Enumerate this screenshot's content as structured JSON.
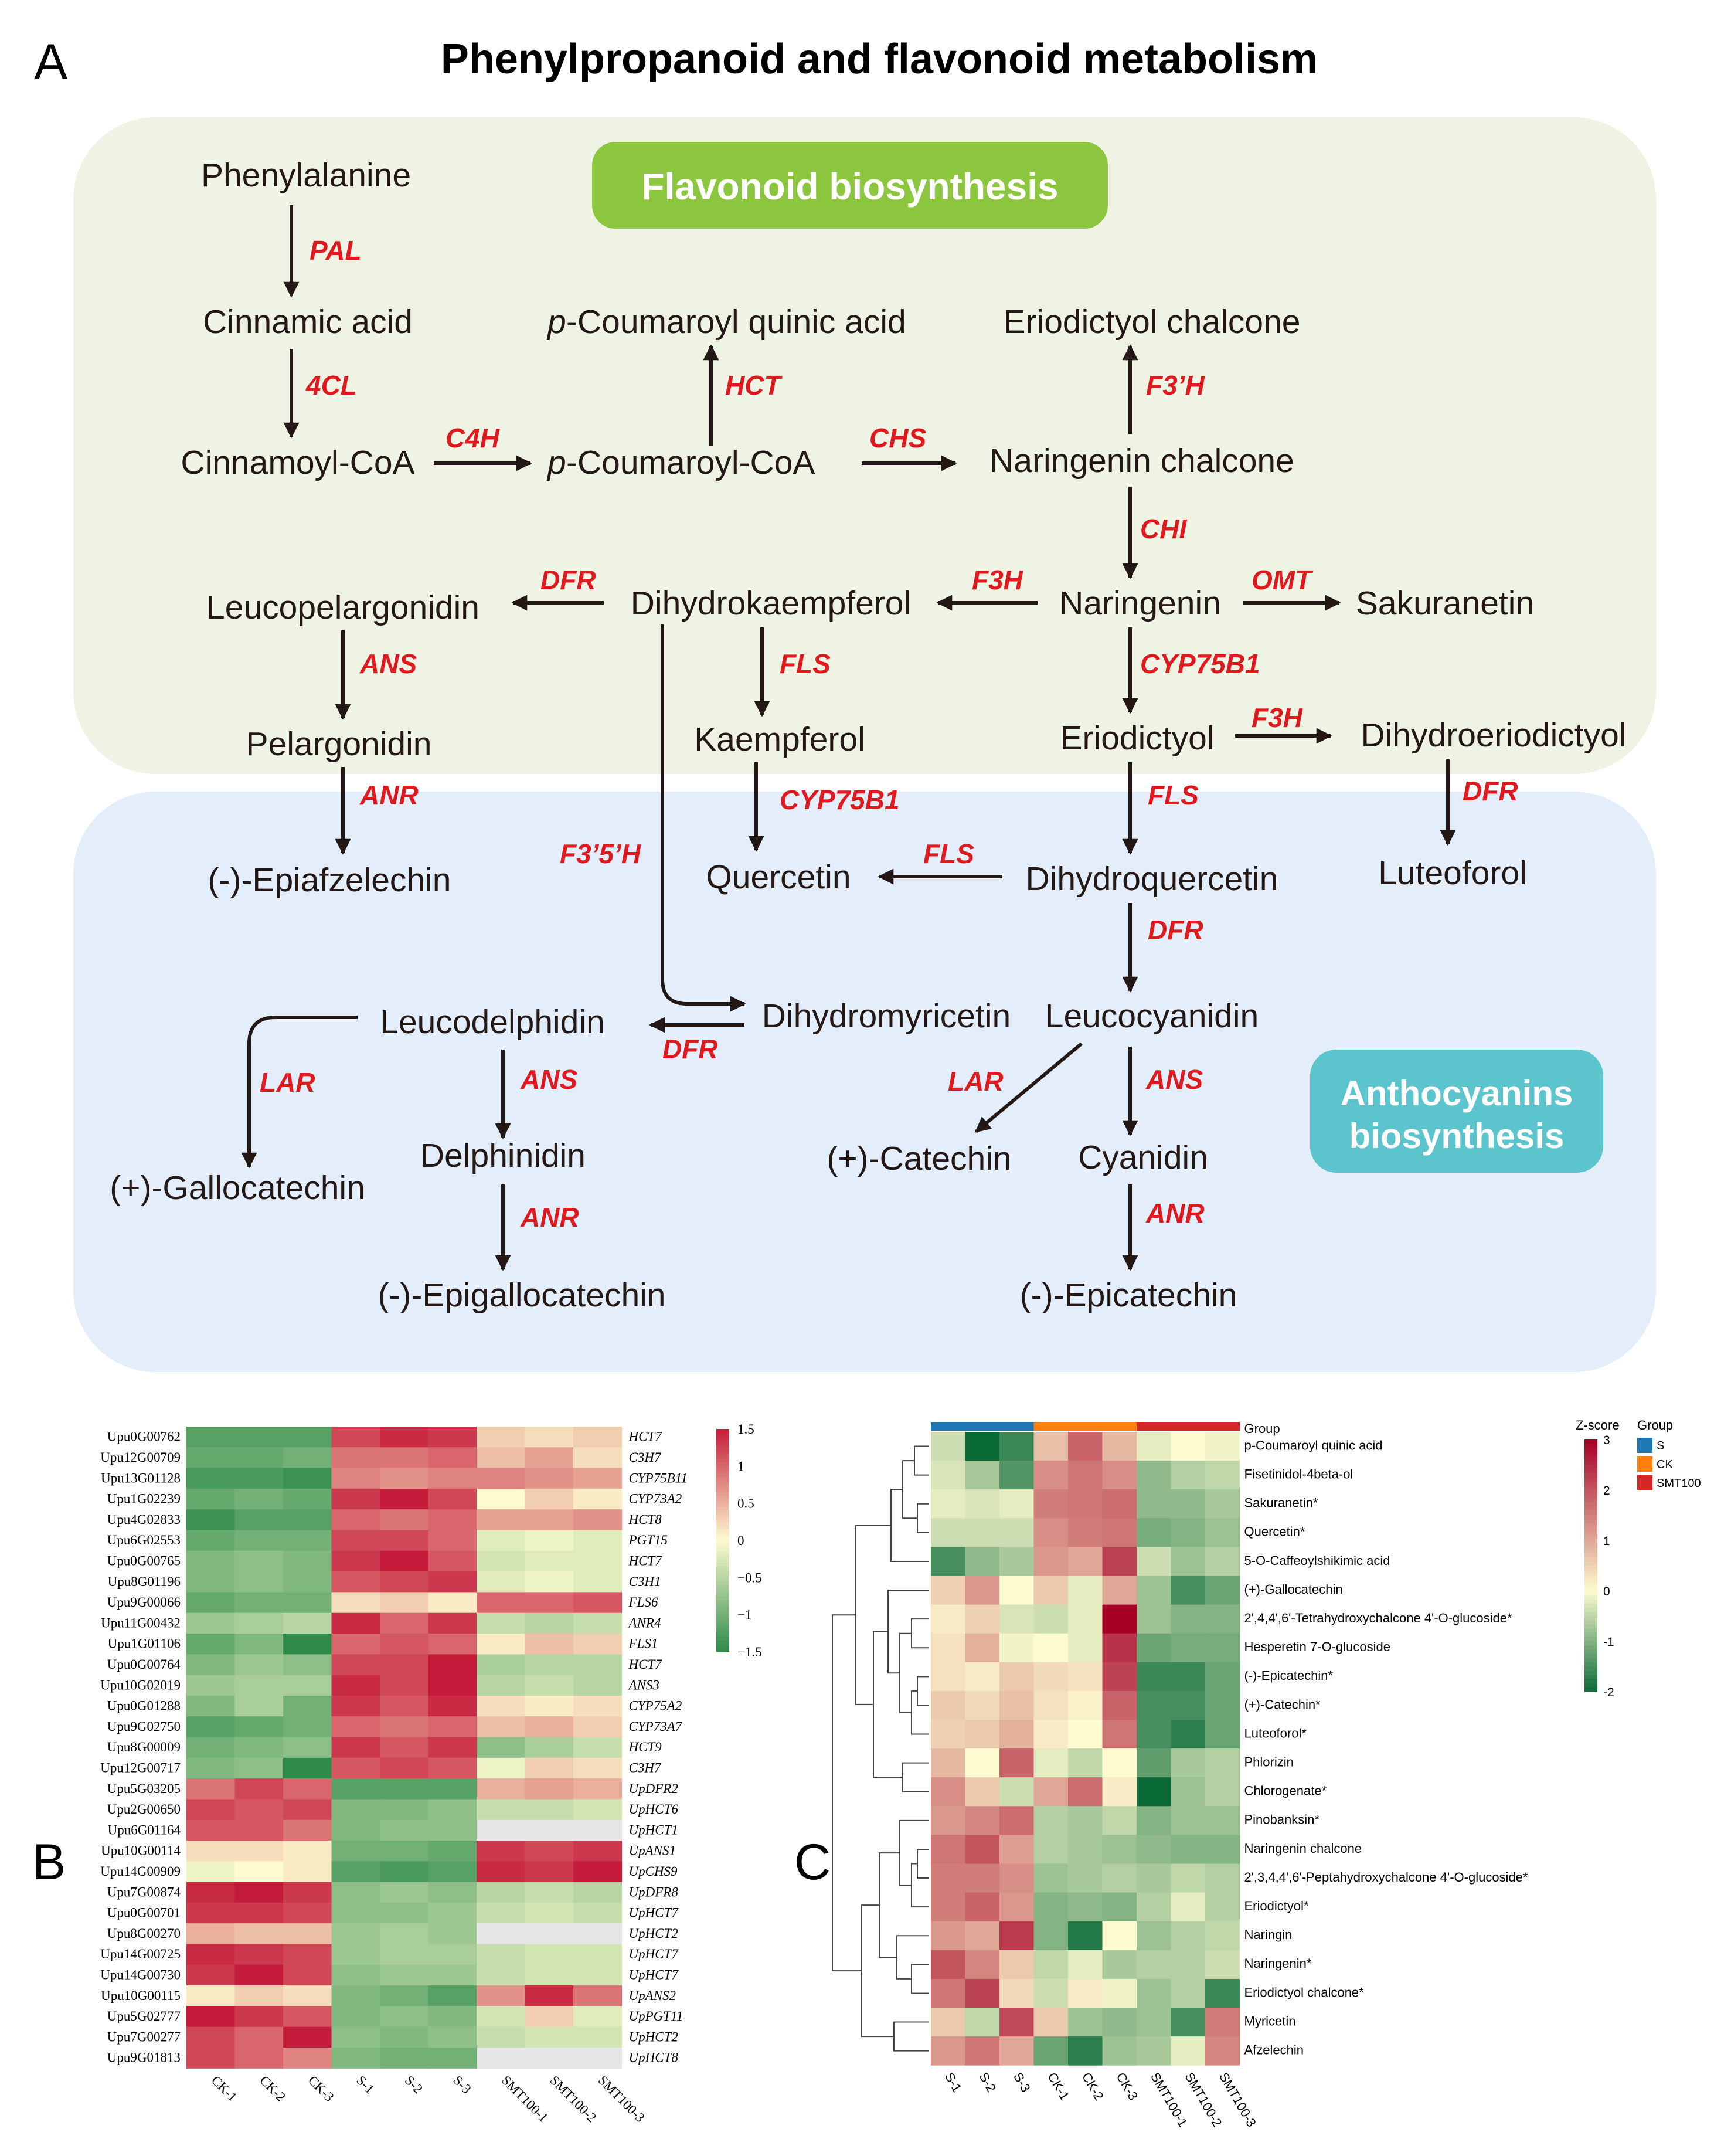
{
  "panelA": {
    "label": "A",
    "title": "Phenylpropanoid and flavonoid metabolism",
    "flavonoid_box": "Flavonoid biosynthesis",
    "anthocyanin_box": [
      "Anthocyanins",
      "biosynthesis"
    ],
    "compounds": {
      "phenylalanine": "Phenylalanine",
      "cinnamic_acid": "Cinnamic acid",
      "cinnamoyl_coa": "Cinnamoyl-CoA",
      "p_coumaroyl_quinic_acid": "-Coumaroyl quinic acid",
      "p_coumaroyl_coa": "-Coumaroyl-CoA",
      "eriodictyol_chalcone": "Eriodictyol chalcone",
      "naringenin_chalcone": "Naringenin chalcone",
      "leucopelargonidin": "Leucopelargonidin",
      "dihydrokaempferol": "Dihydrokaempferol",
      "naringenin": "Naringenin",
      "sakuranetin": "Sakuranetin",
      "pelargonidin": "Pelargonidin",
      "kaempferol": "Kaempferol",
      "eriodictyol": "Eriodictyol",
      "dihydroeriodictyol": "Dihydroeriodictyol",
      "epiafzelechin": "(-)-Epiafzelechin",
      "quercetin": "Quercetin",
      "dihydroquercetin": "Dihydroquercetin",
      "luteoforol": "Luteoforol",
      "leucodelphidin": "Leucodelphidin",
      "dihydromyricetin": "Dihydromyricetin",
      "leucocyanidin": "Leucocyanidin",
      "gallocatechin": "(+)-Gallocatechin",
      "delphinidin": "Delphinidin",
      "catechin": "(+)-Catechin",
      "cyanidin": "Cyanidin",
      "epigallocatechin": "(-)-Epigallocatechin",
      "epicatechin": "(-)-Epicatechin",
      "p_prefix": "p"
    },
    "enzymes": {
      "pal": "PAL",
      "fourcl": "4CL",
      "c4h": "C4H",
      "hct": "HCT",
      "chs": "CHS",
      "f3ph": "F3’H",
      "chi": "CHI",
      "dfr1": "DFR",
      "f3h1": "F3H",
      "omt": "OMT",
      "ans1": "ANS",
      "fls1": "FLS",
      "cyp1": "CYP75B1",
      "f3h2": "F3H",
      "anr1": "ANR",
      "cyp2": "CYP75B1",
      "fls2": "FLS",
      "dfr2": "DFR",
      "f35h": "F3’5’H",
      "fls3": "FLS",
      "dfr3": "DFR",
      "dfr4": "DFR",
      "lar1": "LAR",
      "ans2": "ANS",
      "lar2": "LAR",
      "ans3": "ANS",
      "anr2": "ANR",
      "anr3": "ANR"
    },
    "colors": {
      "enzyme": "#e0191f",
      "flavonoid_bg": "#eef3e4",
      "anthocyanin_bg": "#e4eefb",
      "flavonoid_label_bg": "#8cc63f",
      "anthocyanin_label_bg": "#5bc4cc"
    }
  },
  "panelB": {
    "label": "B",
    "chart_data": {
      "type": "heatmap",
      "rows": [
        "Upu0G00762",
        "Upu12G00709",
        "Upu13G01128",
        "Upu1G02239",
        "Upu4G02833",
        "Upu6G02553",
        "Upu0G00765",
        "Upu8G01196",
        "Upu9G00066",
        "Upu11G00432",
        "Upu1G01106",
        "Upu0G00764",
        "Upu10G02019",
        "Upu0G01288",
        "Upu9G02750",
        "Upu8G00009",
        "Upu12G00717",
        "Upu5G03205",
        "Upu2G00650",
        "Upu6G01164",
        "Upu10G00114",
        "Upu14G00909",
        "Upu7G00874",
        "Upu0G00701",
        "Upu8G00270",
        "Upu14G00725",
        "Upu14G00730",
        "Upu10G00115",
        "Upu5G02777",
        "Upu7G00277",
        "Upu9G01813"
      ],
      "gene_names": [
        "HCT7",
        "C3H7",
        "CYP75B11",
        "CYP73A2",
        "HCT8",
        "PGT15",
        "HCT7",
        "C3H1",
        "FLS6",
        "ANR4",
        "FLS1",
        "HCT7",
        "ANS3",
        "CYP75A2",
        "CYP73A7",
        "HCT9",
        "C3H7",
        "UpDFR2",
        "UpHCT6",
        "UpHCT1",
        "UpANS1",
        "UpCHS9",
        "UpDFR8",
        "UpHCT7",
        "UpHCT2",
        "UpHCT7",
        "UpHCT7",
        "UpANS2",
        "UpPGT11",
        "UpHCT2",
        "UpHCT8"
      ],
      "columns": [
        "CK-1",
        "CK-2",
        "CK-3",
        "S-1",
        "S-2",
        "S-3",
        "SMT100-1",
        "SMT100-2",
        "SMT100-3"
      ],
      "values": [
        [
          -1.2,
          -1.2,
          -1.2,
          1.2,
          1.4,
          1.3,
          0.3,
          0.2,
          0.3
        ],
        [
          -1.1,
          -1.1,
          -1.0,
          0.9,
          0.9,
          1.0,
          0.4,
          0.6,
          0.2
        ],
        [
          -1.3,
          -1.3,
          -1.4,
          0.8,
          0.7,
          0.8,
          0.8,
          0.7,
          0.6
        ],
        [
          -1.1,
          -1.0,
          -1.1,
          1.3,
          1.5,
          1.2,
          0.0,
          0.3,
          0.1
        ],
        [
          -1.4,
          -1.2,
          -1.2,
          1.0,
          0.9,
          1.0,
          0.6,
          0.6,
          0.7
        ],
        [
          -1.1,
          -1.0,
          -1.0,
          1.2,
          1.2,
          1.0,
          -0.2,
          -0.1,
          -0.2
        ],
        [
          -0.9,
          -0.8,
          -0.9,
          1.3,
          1.5,
          1.1,
          -0.3,
          -0.2,
          -0.2
        ],
        [
          -0.9,
          -0.8,
          -0.9,
          1.1,
          1.2,
          1.3,
          -0.2,
          -0.1,
          -0.2
        ],
        [
          -1.1,
          -1.0,
          -1.0,
          0.2,
          0.3,
          0.1,
          1.0,
          1.0,
          1.1
        ],
        [
          -0.7,
          -0.6,
          -0.5,
          1.4,
          1.0,
          1.3,
          -0.4,
          -0.5,
          -0.4
        ],
        [
          -1.1,
          -0.9,
          -1.5,
          1.0,
          1.1,
          1.0,
          0.1,
          0.4,
          0.3
        ],
        [
          -0.9,
          -0.7,
          -0.8,
          1.2,
          1.2,
          1.5,
          -0.6,
          -0.5,
          -0.5
        ],
        [
          -0.7,
          -0.6,
          -0.6,
          1.4,
          1.2,
          1.5,
          -0.5,
          -0.4,
          -0.5
        ],
        [
          -0.9,
          -0.6,
          -1.0,
          1.3,
          1.1,
          1.4,
          0.2,
          0.1,
          0.2
        ],
        [
          -1.2,
          -1.1,
          -1.0,
          1.0,
          0.9,
          1.0,
          0.4,
          0.5,
          0.3
        ],
        [
          -1.0,
          -0.9,
          -0.8,
          1.3,
          1.1,
          1.3,
          -0.8,
          -0.6,
          -0.4
        ],
        [
          -0.9,
          -0.8,
          -1.5,
          1.1,
          1.2,
          1.1,
          -0.1,
          0.3,
          0.2
        ],
        [
          0.9,
          1.2,
          1.0,
          -1.2,
          -1.2,
          -1.2,
          0.5,
          0.6,
          0.5
        ],
        [
          1.2,
          1.1,
          1.2,
          -0.9,
          -0.9,
          -0.8,
          -0.4,
          -0.4,
          -0.3
        ],
        [
          1.1,
          1.1,
          0.9,
          -0.9,
          -0.8,
          -0.8,
          -0.1,
          0.0,
          0.0
        ],
        [
          0.2,
          0.2,
          0.1,
          -1.0,
          -1.0,
          -1.1,
          1.3,
          1.2,
          1.3
        ],
        [
          -0.1,
          0.0,
          0.1,
          -1.2,
          -1.3,
          -1.2,
          1.4,
          1.3,
          1.5
        ],
        [
          1.4,
          1.5,
          1.3,
          -0.8,
          -0.7,
          -0.8,
          -0.5,
          -0.4,
          -0.5
        ],
        [
          1.3,
          1.3,
          1.2,
          -0.8,
          -0.8,
          -0.7,
          -0.4,
          -0.3,
          -0.4
        ],
        [
          0.5,
          0.4,
          0.4,
          -0.7,
          -0.6,
          -0.7,
          0.0,
          0.0,
          0.0
        ],
        [
          1.4,
          1.3,
          1.2,
          -0.7,
          -0.6,
          -0.6,
          -0.4,
          -0.3,
          -0.3
        ],
        [
          1.3,
          1.6,
          1.2,
          -0.8,
          -0.7,
          -0.7,
          -0.4,
          -0.3,
          -0.3
        ],
        [
          0.1,
          0.3,
          0.2,
          -0.9,
          -1.0,
          -1.2,
          0.7,
          1.4,
          0.9
        ],
        [
          1.5,
          1.3,
          1.1,
          -0.9,
          -0.8,
          -0.9,
          -0.3,
          0.3,
          -0.2
        ],
        [
          1.2,
          1.0,
          1.6,
          -0.8,
          -0.9,
          -0.8,
          -0.4,
          -0.3,
          -0.3
        ],
        [
          1.2,
          1.0,
          0.8,
          -0.9,
          -1.0,
          -1.0,
          0.0,
          0.0,
          0.0
        ]
      ],
      "colorbar_ticks": [
        "1.5",
        "1",
        "0.5",
        "0",
        "−0.5",
        "−1",
        "−1.5"
      ],
      "colorbar_range": [
        -1.5,
        1.5
      ],
      "colors": {
        "low": "#2e8b4a",
        "mid": "#fdfbcf",
        "high": "#c51b3a",
        "missing": "#e6e6e6"
      }
    }
  },
  "panelC": {
    "label": "C",
    "chart_data": {
      "type": "heatmap",
      "rows": [
        "p-Coumaroyl quinic acid",
        "Fisetinidol-4beta-ol",
        "Sakuranetin*",
        "Quercetin*",
        "5-O-Caffeoylshikimic acid",
        "(+)-Gallocatechin",
        "2',4,4',6'-Tetrahydroxychalcone 4'-O-glucoside*",
        "Hesperetin 7-O-glucoside",
        "(-)-Epicatechin*",
        "(+)-Catechin*",
        "Luteoforol*",
        "Phlorizin",
        "Chlorogenate*",
        "Pinobanksin*",
        "Naringenin chalcone",
        "2',3,4,4',6'-Peptahydroxychalcone 4'-O-glucoside*",
        "Eriodictyol*",
        "Naringin",
        "Naringenin*",
        "Eriodictyol chalcone*",
        "Myricetin",
        "Afzelechin"
      ],
      "columns": [
        "S-1",
        "S-2",
        "S-3",
        "CK-1",
        "CK-2",
        "CK-3",
        "SMT100-1",
        "SMT100-2",
        "SMT100-3"
      ],
      "group_row_label": "Group",
      "groups": [
        "S",
        "S",
        "S",
        "CK",
        "CK",
        "CK",
        "SMT100",
        "SMT100",
        "SMT100"
      ],
      "values": [
        [
          -0.4,
          -2.0,
          -1.6,
          0.7,
          1.8,
          0.8,
          -0.2,
          0.0,
          -0.1
        ],
        [
          -0.3,
          -0.7,
          -1.4,
          1.3,
          1.6,
          1.3,
          -0.9,
          -0.6,
          -0.5
        ],
        [
          -0.2,
          -0.3,
          -0.2,
          1.5,
          1.6,
          1.7,
          -0.9,
          -0.9,
          -0.7
        ],
        [
          -0.4,
          -0.4,
          -0.4,
          1.3,
          1.5,
          1.6,
          -1.1,
          -1.0,
          -0.8
        ],
        [
          -1.5,
          -0.9,
          -0.7,
          1.2,
          1.0,
          2.2,
          -0.4,
          -0.8,
          -0.6
        ],
        [
          0.5,
          1.2,
          0.0,
          0.6,
          -0.2,
          1.0,
          -0.8,
          -1.5,
          -1.2
        ],
        [
          0.2,
          0.5,
          -0.3,
          -0.4,
          -0.2,
          3.0,
          -0.8,
          -1.0,
          -1.0
        ],
        [
          0.3,
          0.9,
          -0.1,
          0.0,
          -0.2,
          2.4,
          -1.2,
          -1.1,
          -1.1
        ],
        [
          0.3,
          0.2,
          0.6,
          0.4,
          0.3,
          2.2,
          -1.6,
          -1.6,
          -1.2
        ],
        [
          0.6,
          0.4,
          0.7,
          0.3,
          0.1,
          1.8,
          -1.5,
          -1.5,
          -1.2
        ],
        [
          0.5,
          0.6,
          0.9,
          0.2,
          0.0,
          1.6,
          -1.5,
          -1.7,
          -1.2
        ],
        [
          0.8,
          0.0,
          1.8,
          -0.2,
          -0.5,
          0.0,
          -1.3,
          -0.7,
          -0.6
        ],
        [
          1.3,
          0.6,
          -0.4,
          1.0,
          1.7,
          0.2,
          -2.1,
          -0.8,
          -0.6
        ],
        [
          1.2,
          1.4,
          1.7,
          -0.6,
          -0.7,
          -0.5,
          -1.0,
          -0.8,
          -0.8
        ],
        [
          1.6,
          2.0,
          1.1,
          -0.6,
          -0.7,
          -0.8,
          -0.9,
          -1.0,
          -1.0
        ],
        [
          1.5,
          1.5,
          1.3,
          -0.8,
          -0.7,
          -0.6,
          -0.7,
          -0.5,
          -0.6
        ],
        [
          1.5,
          1.8,
          1.2,
          -1.0,
          -0.9,
          -1.0,
          -0.6,
          -0.2,
          -0.6
        ],
        [
          1.2,
          1.0,
          2.3,
          -1.0,
          -1.8,
          0.0,
          -0.8,
          -0.6,
          -0.5
        ],
        [
          2.0,
          1.4,
          0.6,
          -0.5,
          -0.2,
          -0.7,
          -0.6,
          -0.6,
          -0.4
        ],
        [
          1.6,
          2.2,
          0.4,
          -0.4,
          0.2,
          -0.1,
          -0.8,
          -0.6,
          -1.6
        ],
        [
          0.6,
          -0.5,
          2.1,
          0.6,
          -0.8,
          -0.9,
          -0.8,
          -1.5,
          1.5
        ],
        [
          1.2,
          1.6,
          1.0,
          -1.2,
          -1.7,
          -0.8,
          -0.7,
          -0.2,
          1.4
        ]
      ],
      "colorbar_title": "Z-score",
      "colorbar_ticks": [
        "3",
        "2",
        "1",
        "0",
        "-1",
        "-2"
      ],
      "colorbar_range": [
        -2,
        3
      ],
      "legend_title": "Group",
      "legend": [
        {
          "name": "S",
          "color": "#1f77b4"
        },
        {
          "name": "CK",
          "color": "#ff7f0e"
        },
        {
          "name": "SMT100",
          "color": "#d62728"
        }
      ],
      "colors": {
        "low": "#0a6b38",
        "mid": "#fdfbcf",
        "high": "#a50026"
      }
    }
  }
}
